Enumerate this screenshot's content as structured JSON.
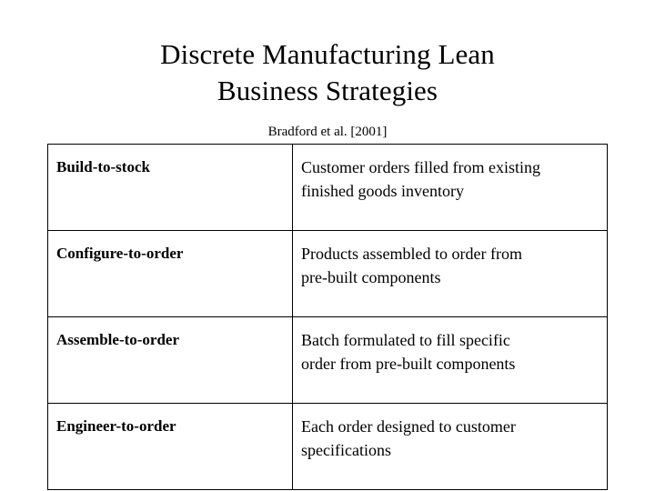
{
  "slide": {
    "title_lines": [
      "Discrete Manufacturing Lean",
      "Business Strategies"
    ],
    "citation": "Bradford et al. [2001]",
    "table": {
      "rows": [
        {
          "term": "Build-to-stock",
          "desc_lines": [
            "Customer orders filled from existing",
            "finished goods inventory"
          ]
        },
        {
          "term": "Configure-to-order",
          "desc_lines": [
            "Products assembled to order from",
            "pre-built components"
          ]
        },
        {
          "term": "Assemble-to-order",
          "desc_lines": [
            "Batch formulated to fill specific",
            "order from pre-built components"
          ]
        },
        {
          "term": "Engineer-to-order",
          "desc_lines": [
            "Each order designed to customer",
            "specifications"
          ]
        }
      ]
    }
  }
}
